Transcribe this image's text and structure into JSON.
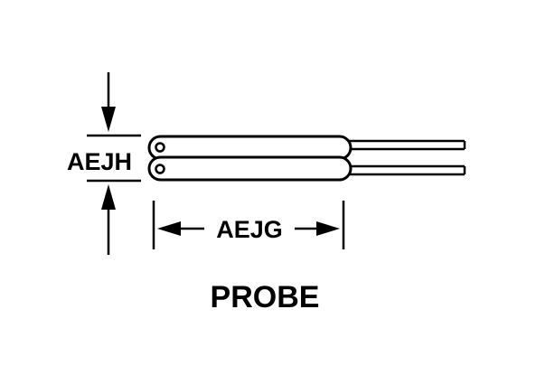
{
  "diagram": {
    "title": "PROBE",
    "width_label": "AEJG",
    "height_label": "AEJH"
  },
  "colors": {
    "ink": "#000000",
    "background": "#ffffff"
  }
}
